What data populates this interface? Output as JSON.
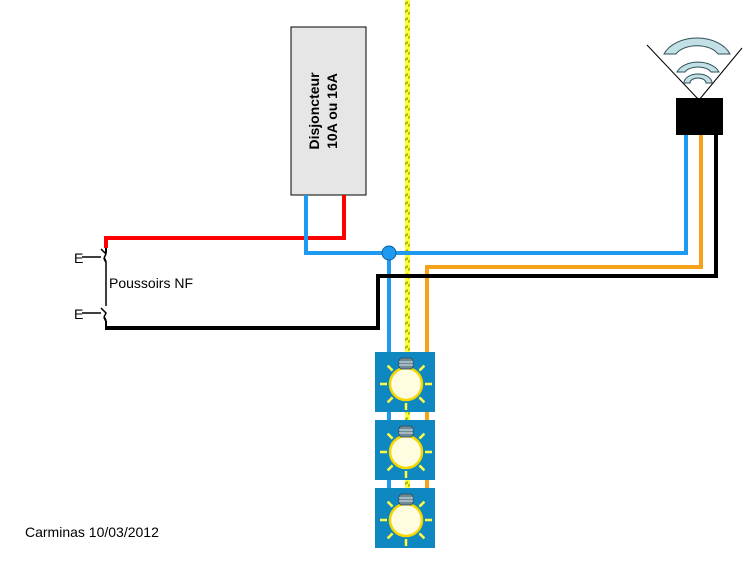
{
  "breaker": {
    "line1": "Disjoncteur",
    "line2": "10A ou 16A"
  },
  "pushbuttons": {
    "label": "Poussoirs NF",
    "switch_symbol": "E"
  },
  "credit": "Carminas 10/03/2012",
  "colors": {
    "live": "#ff0000",
    "neutral": "#1e9bf0",
    "return": "#f7a21b",
    "control": "#000000",
    "earth_yellow": "#ffff33",
    "earth_green": "#a6b800",
    "lamp_box": "#0f87c0",
    "lamp_bulb": "#fffde0",
    "lamp_ray": "#ffff44",
    "breaker_fill": "#e6e6e6",
    "relay_body": "#000000",
    "wave_fill": "#c2e0e6"
  },
  "lamps": [
    {
      "name": "lamp-1"
    },
    {
      "name": "lamp-2"
    },
    {
      "name": "lamp-3"
    }
  ]
}
